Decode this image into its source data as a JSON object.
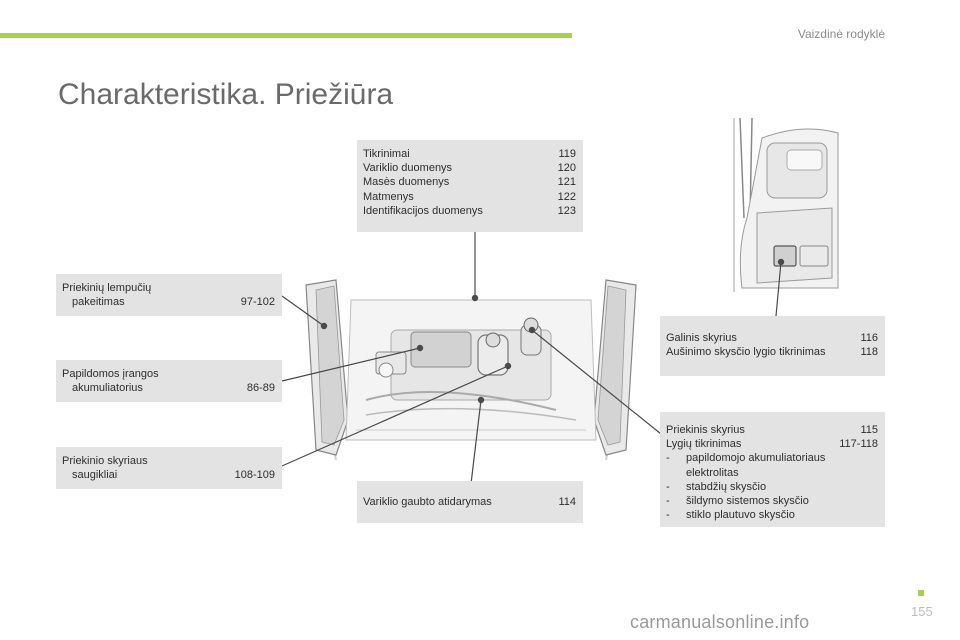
{
  "header": {
    "section_title": "Vaizdinė rodyklė",
    "page_title": "Charakteristika. Priežiūra"
  },
  "boxes": {
    "specs": {
      "rows": [
        {
          "label": "Tikrinimai",
          "page": "119"
        },
        {
          "label": "Variklio duomenys",
          "page": "120"
        },
        {
          "label": "Masės duomenys",
          "page": "121"
        },
        {
          "label": "Matmenys",
          "page": "122"
        },
        {
          "label": "Identifikacijos duomenys",
          "page": "123"
        }
      ]
    },
    "bulbs": {
      "line1": "Priekinių lempučių",
      "line2": "pakeitimas",
      "page": "97-102"
    },
    "accessory_battery": {
      "line1": "Papildomos įrangos",
      "line2": "akumuliatorius",
      "page": "86-89"
    },
    "fuses": {
      "line1": "Priekinio skyriaus",
      "line2": "saugikliai",
      "page": "108-109"
    },
    "bonnet": {
      "label": "Variklio gaubto atidarymas",
      "page": "114"
    },
    "rear": {
      "rows": [
        {
          "label": "Galinis skyrius",
          "page": "116"
        },
        {
          "label": "Aušinimo skysčio lygio tikrinimas",
          "page": "118"
        }
      ]
    },
    "front": {
      "row1": {
        "label": "Priekinis skyrius",
        "page": "115"
      },
      "row2": {
        "label": "Lygių tikrinimas",
        "page": "117-118"
      },
      "bullets": [
        "papildomojo akumuliatoriaus elektrolitas",
        "stabdžių skysčio",
        "šildymo sistemos skysčio",
        "stiklo plautuvo skysčio"
      ],
      "dash": "-"
    }
  },
  "footer": {
    "page_number": "155",
    "watermark": "carmanualsonline.info"
  },
  "colors": {
    "accent": "#a9cf4e",
    "box": "#e3e3e3",
    "leader": "#4a4a4a"
  }
}
